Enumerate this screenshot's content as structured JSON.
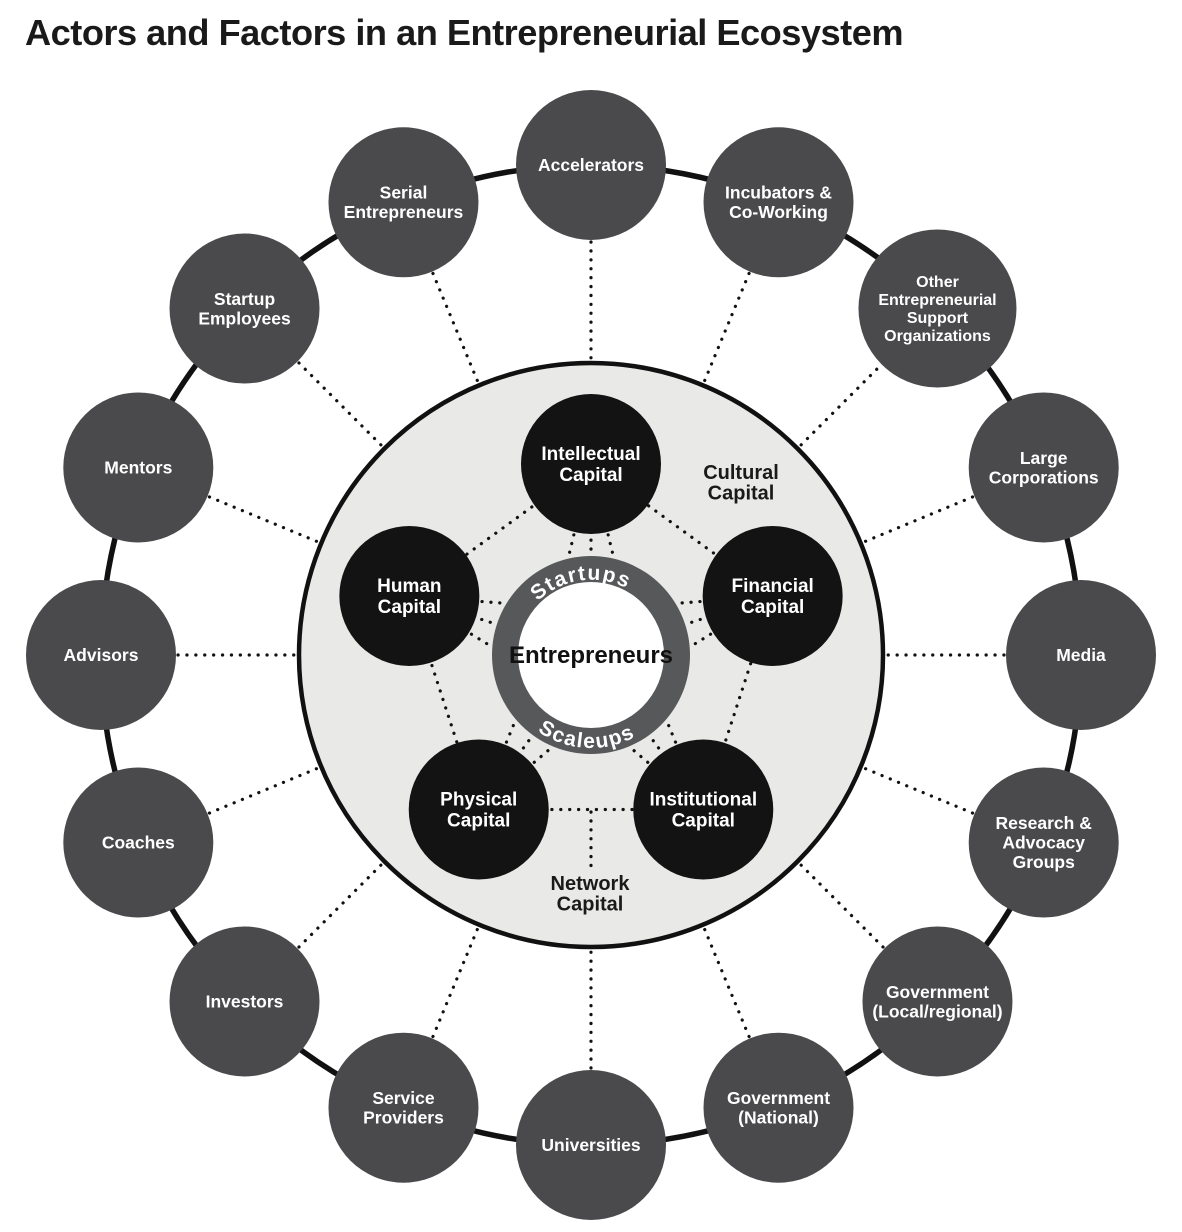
{
  "title": "Actors and Factors in an Entrepreneurial Ecosystem",
  "center": {
    "label": "Entrepreneurs",
    "ring_top_label": "Startups",
    "ring_bottom_label": "Scaleups"
  },
  "region_labels": {
    "cultural": "Cultural\nCapital",
    "network": "Network\nCapital"
  },
  "capitals": [
    {
      "label": "Intellectual\nCapital"
    },
    {
      "label": "Financial\nCapital"
    },
    {
      "label": "Institutional\nCapital"
    },
    {
      "label": "Physical\nCapital"
    },
    {
      "label": "Human\nCapital"
    }
  ],
  "actors": [
    {
      "label": "Accelerators"
    },
    {
      "label": "Incubators &\nCo-Working"
    },
    {
      "label": "Other\nEntrepreneurial\nSupport\nOrganizations"
    },
    {
      "label": "Large\nCorporations"
    },
    {
      "label": "Media"
    },
    {
      "label": "Research &\nAdvocacy\nGroups"
    },
    {
      "label": "Government\n(Local/regional)"
    },
    {
      "label": "Government\n(National)"
    },
    {
      "label": "Universities"
    },
    {
      "label": "Service\nProviders"
    },
    {
      "label": "Investors"
    },
    {
      "label": "Coaches"
    },
    {
      "label": "Advisors"
    },
    {
      "label": "Mentors"
    },
    {
      "label": "Startup\nEmployees"
    },
    {
      "label": "Serial\nEntrepreneurs"
    }
  ],
  "colors": {
    "background": "#ffffff",
    "outer_node": "#4a4a4c",
    "capital_node": "#131314",
    "inner_disc": "#e9e9e7",
    "hub_ring": "#57585a",
    "hub_center": "#ffffff",
    "line": "#111111",
    "text_dark": "#1a1a1a",
    "text_light": "#ffffff"
  }
}
